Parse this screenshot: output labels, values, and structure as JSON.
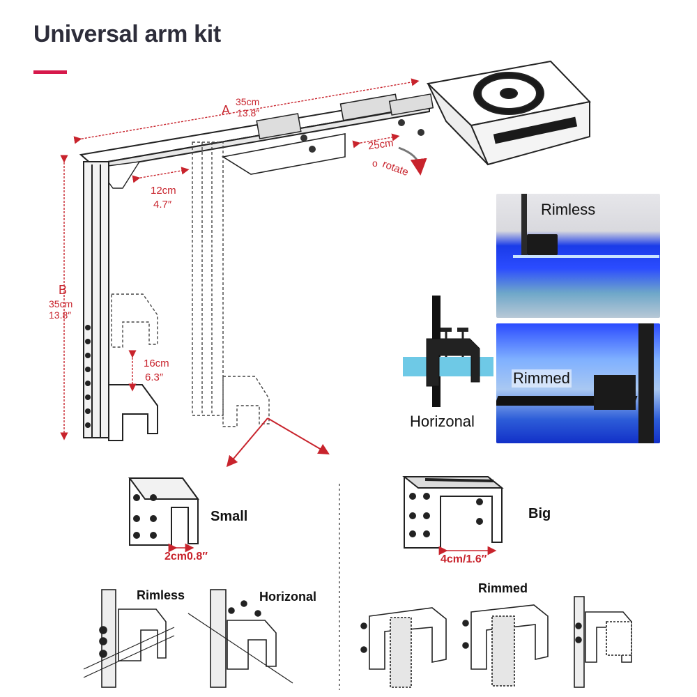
{
  "title": "Universal arm kit",
  "colors": {
    "accent": "#d6194b",
    "dimension": "#c8232c",
    "aquarium_blue": "#1e3cff"
  },
  "dimensions": {
    "a_label": "A",
    "a_cm": "35cm",
    "a_in": "13.8″",
    "b_label": "B",
    "b_cm": "35cm",
    "b_in": "13.8″",
    "slide_cm": "12cm",
    "slide_in": "4.7″",
    "swivel_cm": "25cm",
    "rotate_text": "rotate",
    "rotate_prefix": "o",
    "clamp_cm": "16cm",
    "clamp_in": "6.3″"
  },
  "photos": {
    "rimless": "Rimless",
    "rimmed": "Rimmed",
    "horizontal": "Horizonal"
  },
  "brackets": {
    "small_label": "Small",
    "small_size": "2cm0.8″",
    "big_label": "Big",
    "big_size": "4cm/1.6″"
  },
  "usage": {
    "rimless": "Rimless",
    "horizontal": "Horizonal",
    "rimmed": "Rimmed"
  }
}
